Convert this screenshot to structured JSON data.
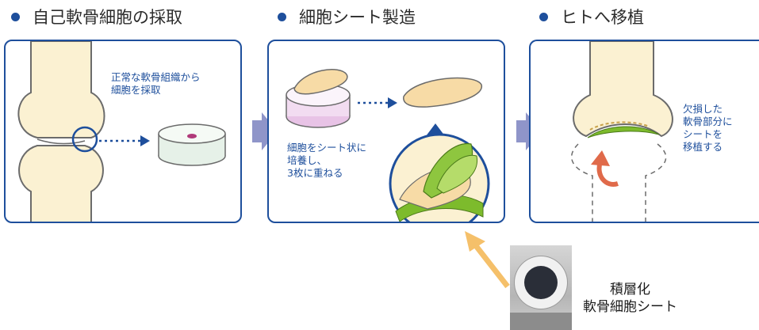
{
  "steps": [
    {
      "title": "自己軟骨細胞の採取",
      "note_lines": [
        "正常な軟骨組織から",
        "細胞を採取"
      ]
    },
    {
      "title": "細胞シート製造",
      "note_lines": [
        "細胞をシート状に",
        "培養し、",
        "3枚に重ねる"
      ]
    },
    {
      "title": "ヒトへ移植",
      "note_lines": [
        "欠損した",
        "軟骨部分に",
        "シートを",
        "移植する"
      ]
    }
  ],
  "photo_caption_lines": [
    "積層化",
    "軟骨細胞シート"
  ],
  "colors": {
    "accent": "#1e4f9c",
    "bone": "#fbf1d2",
    "sheet": "#f7dba6",
    "green": "#7dbb2c",
    "flow_arrow": "#8f95c9",
    "pointer": "#f5c06a"
  }
}
